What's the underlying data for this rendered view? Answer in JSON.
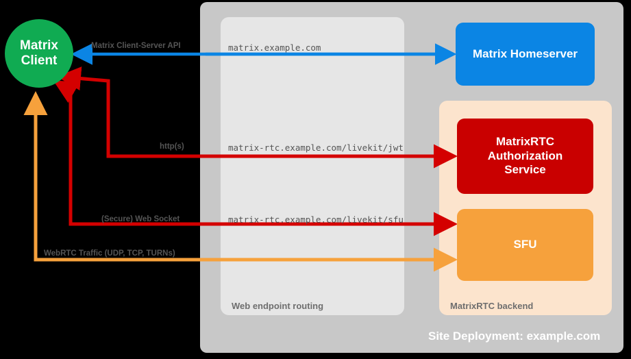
{
  "diagram": {
    "title": "MatrixRTC deployment topology",
    "colors": {
      "client_green": "#10ab52",
      "homeserver_blue": "#0b85e4",
      "auth_red": "#c90000",
      "sfu_orange": "#f6a13c",
      "site_panel_gray": "#c8c8c8",
      "routing_panel_gray": "#e6e6e6",
      "backend_panel_peach": "#fce4cd",
      "label_gray": "#555555",
      "caption_gray": "#6e6e6e",
      "background_black": "#000000"
    }
  },
  "client": {
    "line1": "Matrix",
    "line2": "Client"
  },
  "nodes": {
    "homeserver": {
      "label": "Matrix Homeserver"
    },
    "authorization_service": {
      "line1": "MatrixRTC",
      "line2": "Authorization",
      "line3": "Service"
    },
    "sfu": {
      "label": "SFU"
    }
  },
  "panels": {
    "site": {
      "caption": "Site Deployment: example.com"
    },
    "routing": {
      "caption": "Web endpoint routing"
    },
    "backend": {
      "caption": "MatrixRTC backend"
    }
  },
  "endpoints": {
    "matrix": "matrix.example.com",
    "livekit_jwt": "matrix-rtc.example.com/livekit/jwt",
    "livekit_sfu": "matrix-rtc.example.com/livekit/sfu"
  },
  "flows": [
    {
      "name": "client-server-api",
      "label": "Matrix Client-Server API",
      "color": "#0b85e4",
      "endpoint": "matrix.example.com",
      "target": "Matrix Homeserver"
    },
    {
      "name": "https-jwt",
      "label": "http(s)",
      "color": "#d40000",
      "endpoint": "matrix-rtc.example.com/livekit/jwt",
      "target": "MatrixRTC Authorization Service"
    },
    {
      "name": "secure-web-socket",
      "label": "(Secure) Web Socket",
      "color": "#d40000",
      "endpoint": "matrix-rtc.example.com/livekit/sfu",
      "target": "SFU"
    },
    {
      "name": "webrtc-traffic",
      "label": "WebRTC Traffic (UDP, TCP, TURNs)",
      "color": "#f6a13c",
      "endpoint": "",
      "target": "SFU"
    }
  ]
}
